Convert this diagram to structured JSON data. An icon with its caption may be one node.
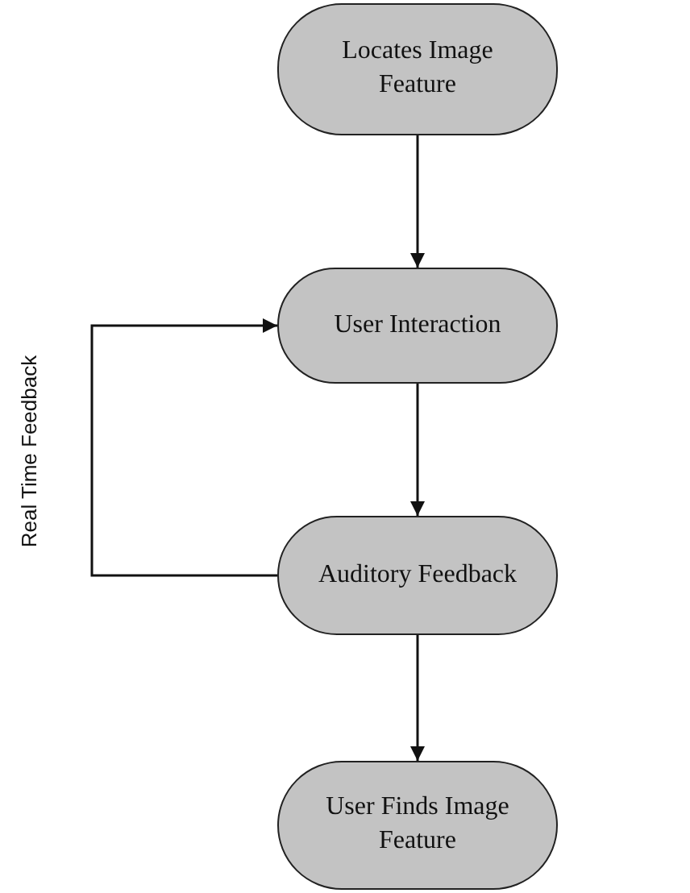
{
  "diagram": {
    "nodes": [
      {
        "text": [
          "Locates Image Feature"
        ]
      },
      {
        "text": [
          "User Interaction"
        ]
      },
      {
        "text": [
          "Auditory Feedback"
        ]
      },
      {
        "text": [
          "User Finds Image Feature"
        ]
      }
    ],
    "edges": [
      {
        "from": 0,
        "to": 1,
        "arrow": "to"
      },
      {
        "from": 1,
        "to": 2,
        "arrow": "to"
      },
      {
        "from": 2,
        "to": 3,
        "arrow": "to"
      },
      {
        "from": 2,
        "to": 1,
        "arrow": "to",
        "label": "Real Time Feedback"
      }
    ]
  }
}
